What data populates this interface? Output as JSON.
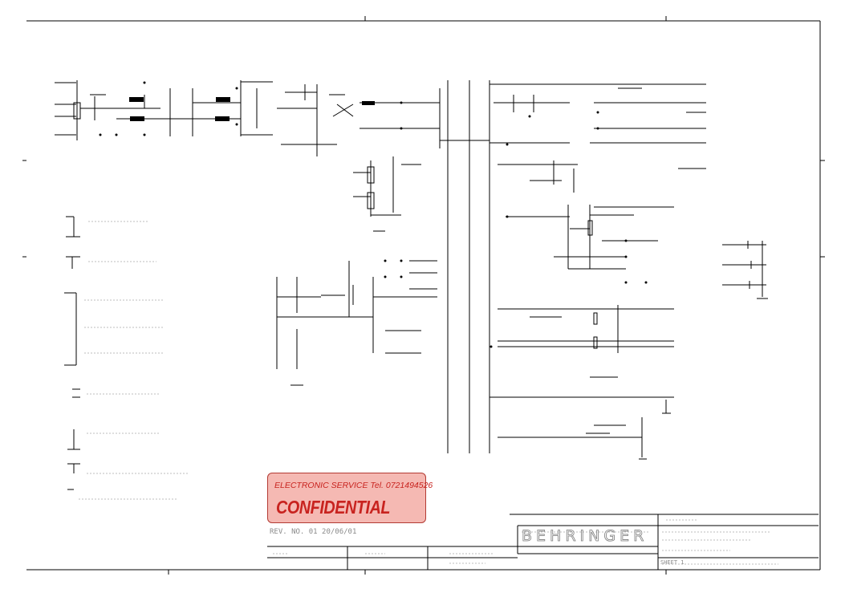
{
  "stamp": {
    "service_line": "ELECTRONIC SERVICE  Tel. 0721494526",
    "label": "CONFIDENTIAL"
  },
  "title_block": {
    "logo": "BEHRINGER",
    "revision": "REV. NO.   01     20/06/01",
    "sheet_number": "SHEET 1"
  }
}
